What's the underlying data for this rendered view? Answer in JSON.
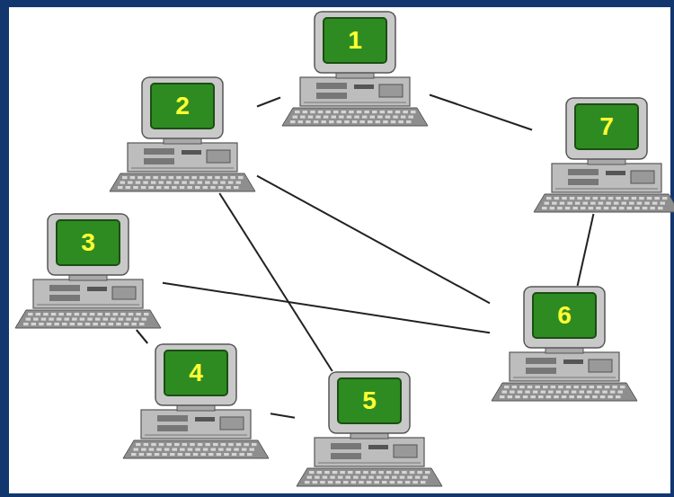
{
  "diagram": {
    "nodes": [
      {
        "text": [
          "1"
        ]
      },
      {
        "text": [
          "2"
        ]
      },
      {
        "text": [
          "7"
        ]
      },
      {
        "text": [
          "3"
        ]
      },
      {
        "text": [
          "6"
        ]
      },
      {
        "text": [
          "4"
        ]
      },
      {
        "text": [
          "5"
        ]
      }
    ],
    "edges": [
      {
        "from": 0,
        "to": 1,
        "arrow": "none"
      },
      {
        "from": 0,
        "to": 2,
        "arrow": "none"
      },
      {
        "from": 1,
        "to": 4,
        "arrow": "none"
      },
      {
        "from": 1,
        "to": 6,
        "arrow": "none"
      },
      {
        "from": 3,
        "to": 4,
        "arrow": "none"
      },
      {
        "from": 3,
        "to": 5,
        "arrow": "none"
      },
      {
        "from": 5,
        "to": 6,
        "arrow": "none"
      },
      {
        "from": 2,
        "to": 4,
        "arrow": "none"
      }
    ]
  }
}
